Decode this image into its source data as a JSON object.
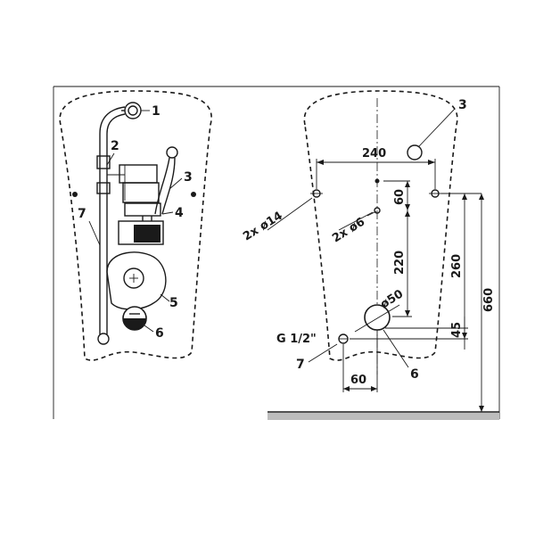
{
  "callouts": {
    "c1": "1",
    "c2": "2",
    "c3": "3",
    "c4": "4",
    "c5": "5",
    "c6": "6",
    "c7": "7",
    "r3": "3",
    "r6": "6",
    "r7": "7"
  },
  "dimensions": {
    "d240": "240",
    "d60_top": "60",
    "d220": "220",
    "d260": "260",
    "d45": "45",
    "d660": "660",
    "d60_bottom": "60",
    "holes_14": "2x ø14",
    "holes_6": "2x ø6",
    "dia_50": "ø50",
    "thread": "G 1/2\""
  }
}
